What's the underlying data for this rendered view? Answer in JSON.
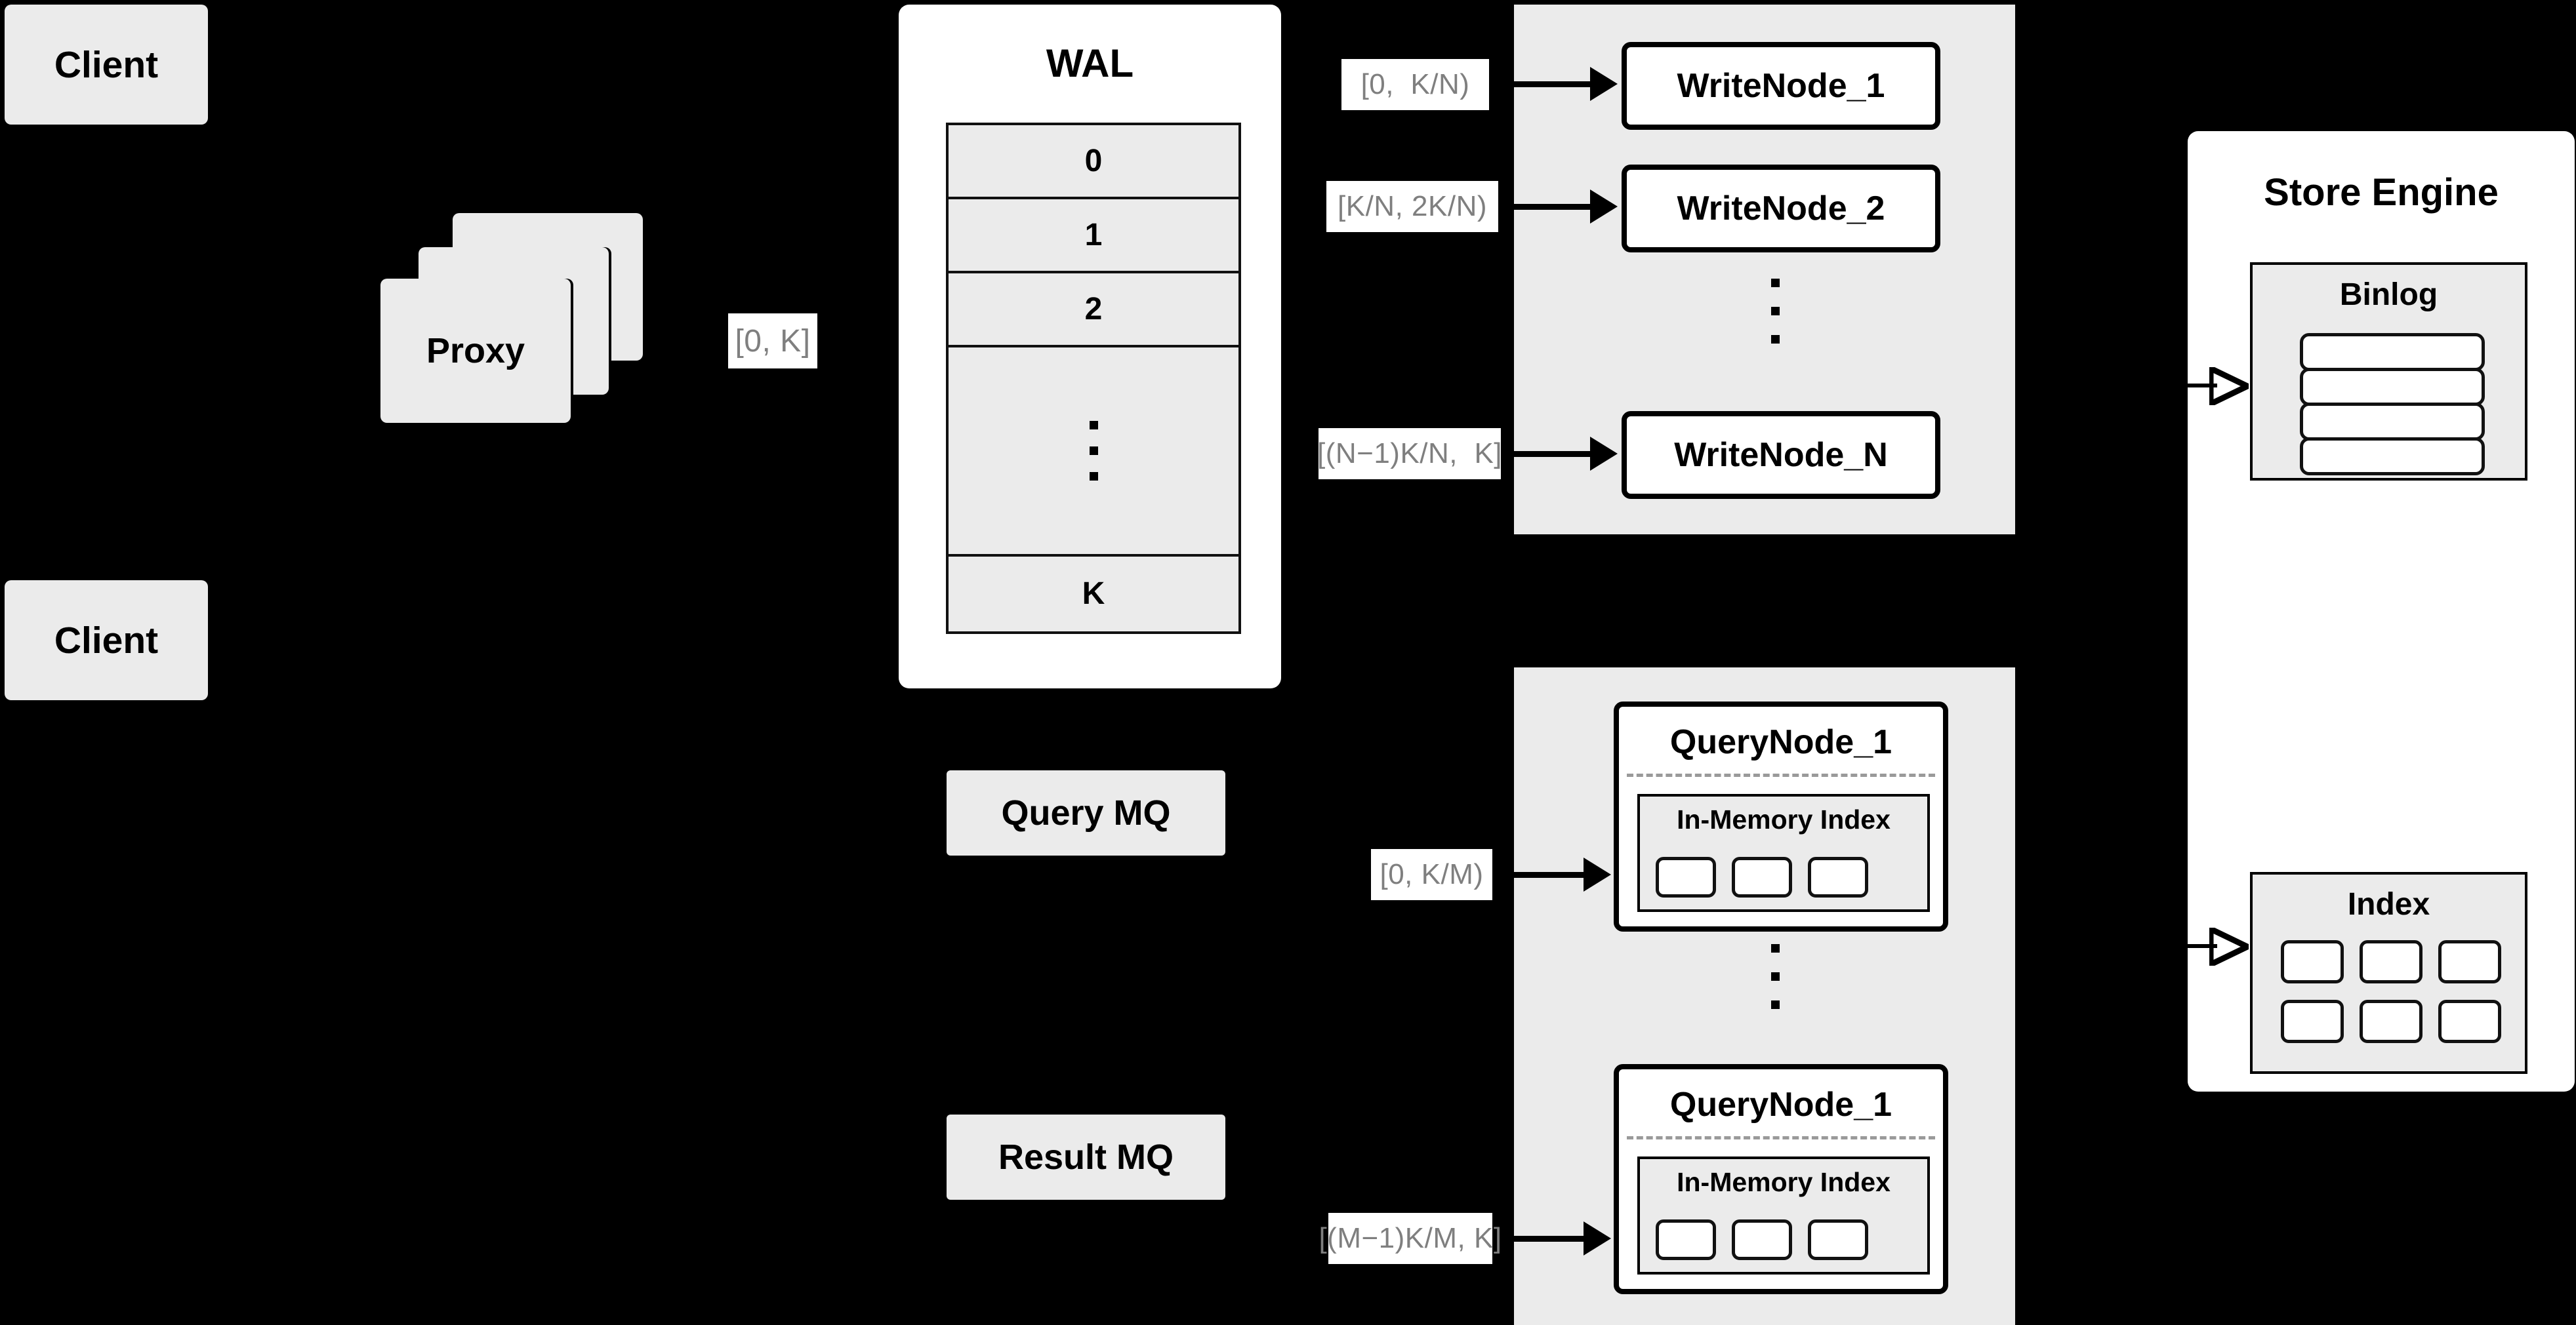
{
  "diagram": {
    "title": "Distributed write/query architecture",
    "background_color": "#000000",
    "box_fill": "#ebebeb",
    "panel_fill": "#ffffff",
    "label_text_color": "#7f7f7f",
    "stroke_color": "#000000"
  },
  "clients": [
    {
      "label": "Client"
    },
    {
      "label": "Client"
    }
  ],
  "proxy": {
    "label": "Proxy",
    "stack_count": 3
  },
  "edges": {
    "proxy_to_wal": "[0, K]",
    "wal_to_writenode_1": "[0,  K/N)",
    "wal_to_writenode_2": "[K/N, 2K/N)",
    "wal_to_writenode_n": "[(N−1)K/N,  K]",
    "mq_to_querynode_1": "[0, K/M)",
    "mq_to_querynode_m": "[(M−1)K/M, K]"
  },
  "wal": {
    "title": "WAL",
    "rows": [
      "0",
      "1",
      "2",
      "…",
      "K"
    ],
    "visible_row_labels": [
      "0",
      "1",
      "2",
      "K"
    ],
    "ellipsis_row_dots": 3
  },
  "write_group": {
    "nodes": [
      {
        "label": "WriteNode_1"
      },
      {
        "label": "WriteNode_2"
      },
      {
        "label": "WriteNode_N"
      }
    ],
    "ellipsis_dots": 3
  },
  "query_group": {
    "nodes": [
      {
        "label": "QueryNode_1",
        "index": {
          "label": "In-Memory Index",
          "chip_count": 3
        }
      },
      {
        "label": "QueryNode_1",
        "index": {
          "label": "In-Memory Index",
          "chip_count": 3
        }
      }
    ],
    "ellipsis_dots": 3
  },
  "queues": [
    {
      "label": "Query MQ"
    },
    {
      "label": "Result MQ"
    }
  ],
  "store_engine": {
    "title": "Store Engine",
    "binlog": {
      "title": "Binlog",
      "bar_count": 4
    },
    "index": {
      "title": "Index",
      "chip_count": 6,
      "rows": 2,
      "cols": 3
    }
  }
}
